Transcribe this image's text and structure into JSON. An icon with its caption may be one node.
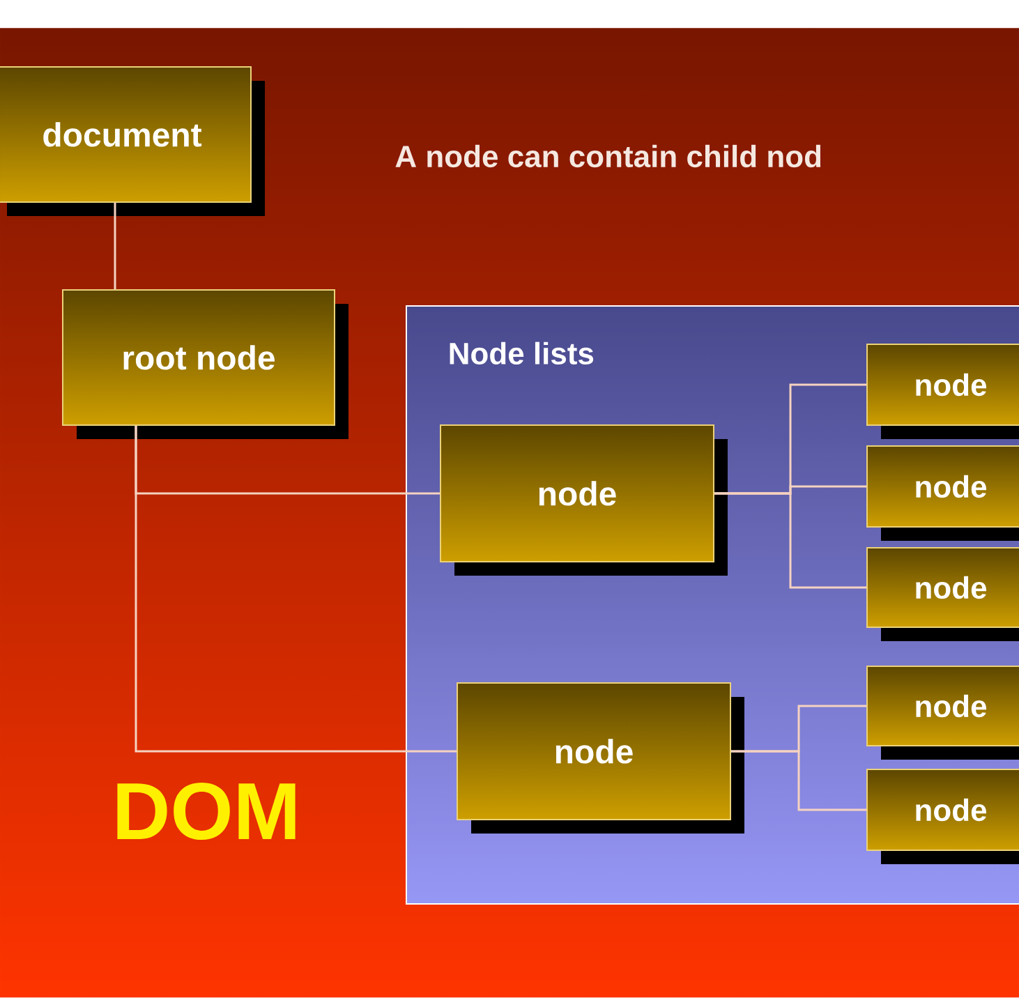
{
  "diagram": {
    "nodes": [
      {
        "text": [
          "document"
        ]
      },
      {
        "text": [
          "root node"
        ]
      },
      {
        "text": [
          "Node lists"
        ]
      },
      {
        "text": [
          "node"
        ],
        "in": 2
      },
      {
        "text": [
          "node"
        ],
        "in": 2
      },
      {
        "text": [
          "node"
        ],
        "in": 2
      },
      {
        "text": [
          "node"
        ],
        "in": 2
      },
      {
        "text": [
          "node"
        ],
        "in": 2
      },
      {
        "text": [
          "node"
        ],
        "in": 2
      },
      {
        "text": [
          "node"
        ],
        "in": 2
      }
    ],
    "edges": [
      {
        "from": 0,
        "to": 1,
        "arrow": "none"
      },
      {
        "from": 1,
        "to": 3,
        "arrow": "none"
      },
      {
        "from": 1,
        "to": 7,
        "arrow": "none"
      },
      {
        "from": 3,
        "to": 4,
        "arrow": "none"
      },
      {
        "from": 3,
        "to": 5,
        "arrow": "none"
      },
      {
        "from": 3,
        "to": 6,
        "arrow": "none"
      },
      {
        "from": 7,
        "to": 8,
        "arrow": "none"
      },
      {
        "from": 7,
        "to": 9,
        "arrow": "none"
      }
    ],
    "labels": [
      "A node can contain child nod",
      "DOM"
    ]
  }
}
